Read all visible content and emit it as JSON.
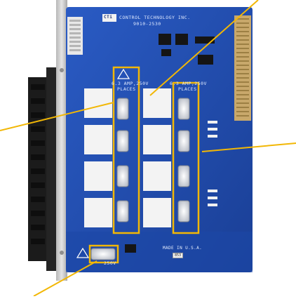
{
  "board": {
    "manufacturer": "CONTROL TECHNOLOGY INC.",
    "model": "9010-2530",
    "logo": "CTi",
    "made_in": "MADE IN U.S.A.",
    "badge": "853"
  },
  "fuse_labels": {
    "left_line1": "6.3 AMP,250V",
    "left_line2": "PLACES",
    "right_line1": "6.3 AMP,250V",
    "right_line2": "PLACES",
    "bottom": "250V"
  },
  "colors": {
    "board_blue": "#1f4db0",
    "highlight_yellow": "#f2b705",
    "faceplate": "#c9c9c9",
    "terminal_black": "#1b1b1b"
  }
}
